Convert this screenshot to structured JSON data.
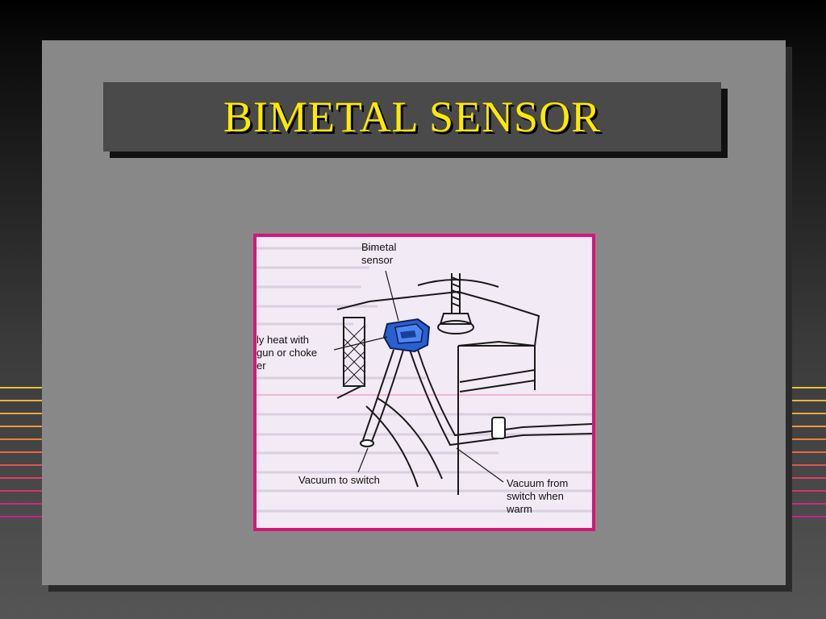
{
  "slide": {
    "title": "BIMETAL SENSOR"
  },
  "diagram": {
    "labels": {
      "bimetal_sensor": "Bimetal\nsensor",
      "apply_heat": "ly heat with\ngun or choke\ner",
      "vacuum_to_switch": "Vacuum to switch",
      "vacuum_from_switch": "Vacuum from\nswitch when\nwarm"
    },
    "colors": {
      "sensor": "#2a5fd0",
      "frame": "#d6157a",
      "title": "#ffea00"
    }
  }
}
